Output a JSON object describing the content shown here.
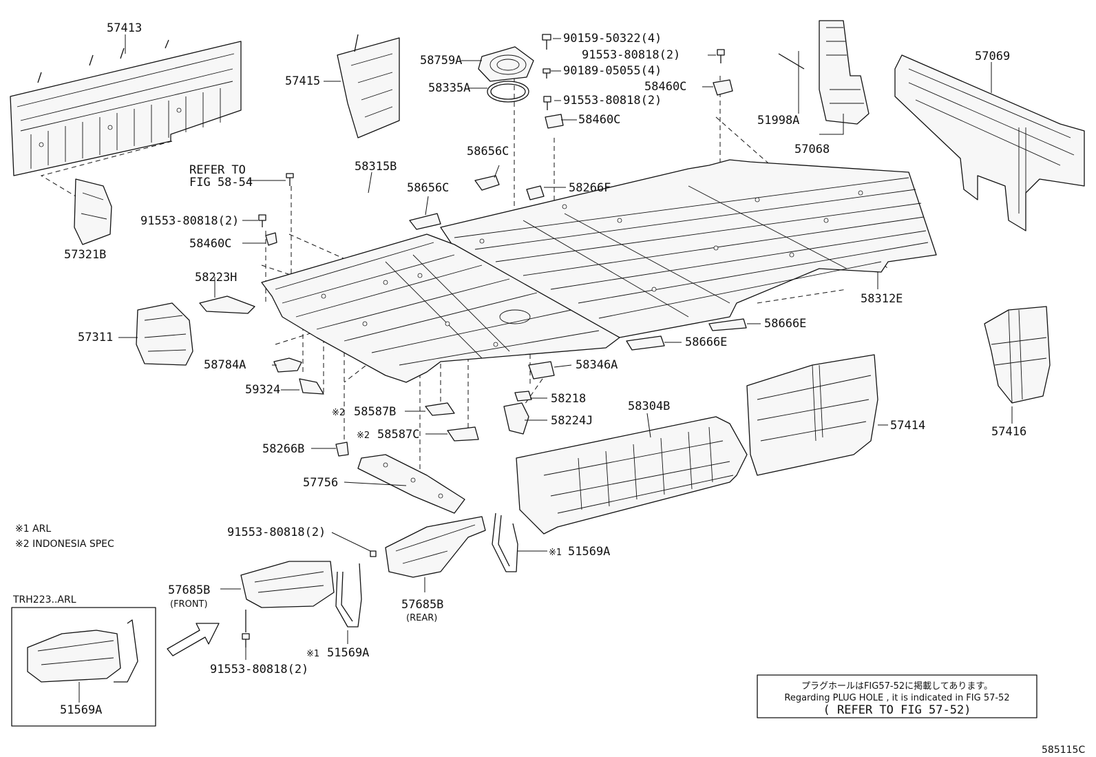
{
  "labels": {
    "p57413": "57413",
    "p57415": "57415",
    "p58759A": "58759A",
    "p58335A": "58335A",
    "b90159": "90159-50322(4)",
    "b91553a": "91553-80818(2)",
    "b90189": "90189-05055(4)",
    "p58460C_a": "58460C",
    "b91553b": "91553-80818(2)",
    "p58460C_b": "58460C",
    "p51998A": "51998A",
    "p57068": "57068",
    "p57069": "57069",
    "p58656C_a": "58656C",
    "p58656C_b": "58656C",
    "p58266F": "58266F",
    "refer_to": "REFER TO",
    "fig_58_54": "FIG 58-54",
    "b91553c": "91553-80818(2)",
    "p58460C_c": "58460C",
    "p58315B": "58315B",
    "p57321B": "57321B",
    "p58223H": "58223H",
    "p57311": "57311",
    "p58312E": "58312E",
    "p58666E_a": "58666E",
    "p58666E_b": "58666E",
    "p58784A": "58784A",
    "p58346A": "58346A",
    "p59324": "59324",
    "p58218": "58218",
    "p58587B": "58587B",
    "p58224J": "58224J",
    "p58304B": "58304B",
    "p57414": "57414",
    "p57416": "57416",
    "p58587C": "58587C",
    "p58266B": "58266B",
    "p57756": "57756",
    "mark2_a": "※2",
    "mark2_b": "※2",
    "b91553d": "91553-80818(2)",
    "mark1_a": "※1",
    "p51569A_a": "51569A",
    "p57685B_front": "57685B",
    "front": "(FRONT)",
    "p57685B_rear": "57685B",
    "rear": "(REAR)",
    "mark1_b": "※1",
    "p51569A_b": "51569A",
    "b91553e": "91553-80818(2)",
    "p51569A_c": "51569A"
  },
  "legend": {
    "note1": "※1 ARL",
    "note2": "※2 INDONESIA SPEC"
  },
  "inset": {
    "title": "TRH223..ARL"
  },
  "notice": {
    "line1": "プラグホールはFIG57-52に掲載してあります。",
    "line2": "Regarding PLUG HOLE , it is indicated in FIG 57-52",
    "line3": "( REFER TO FIG 57-52)"
  },
  "figure_id": "585115C"
}
